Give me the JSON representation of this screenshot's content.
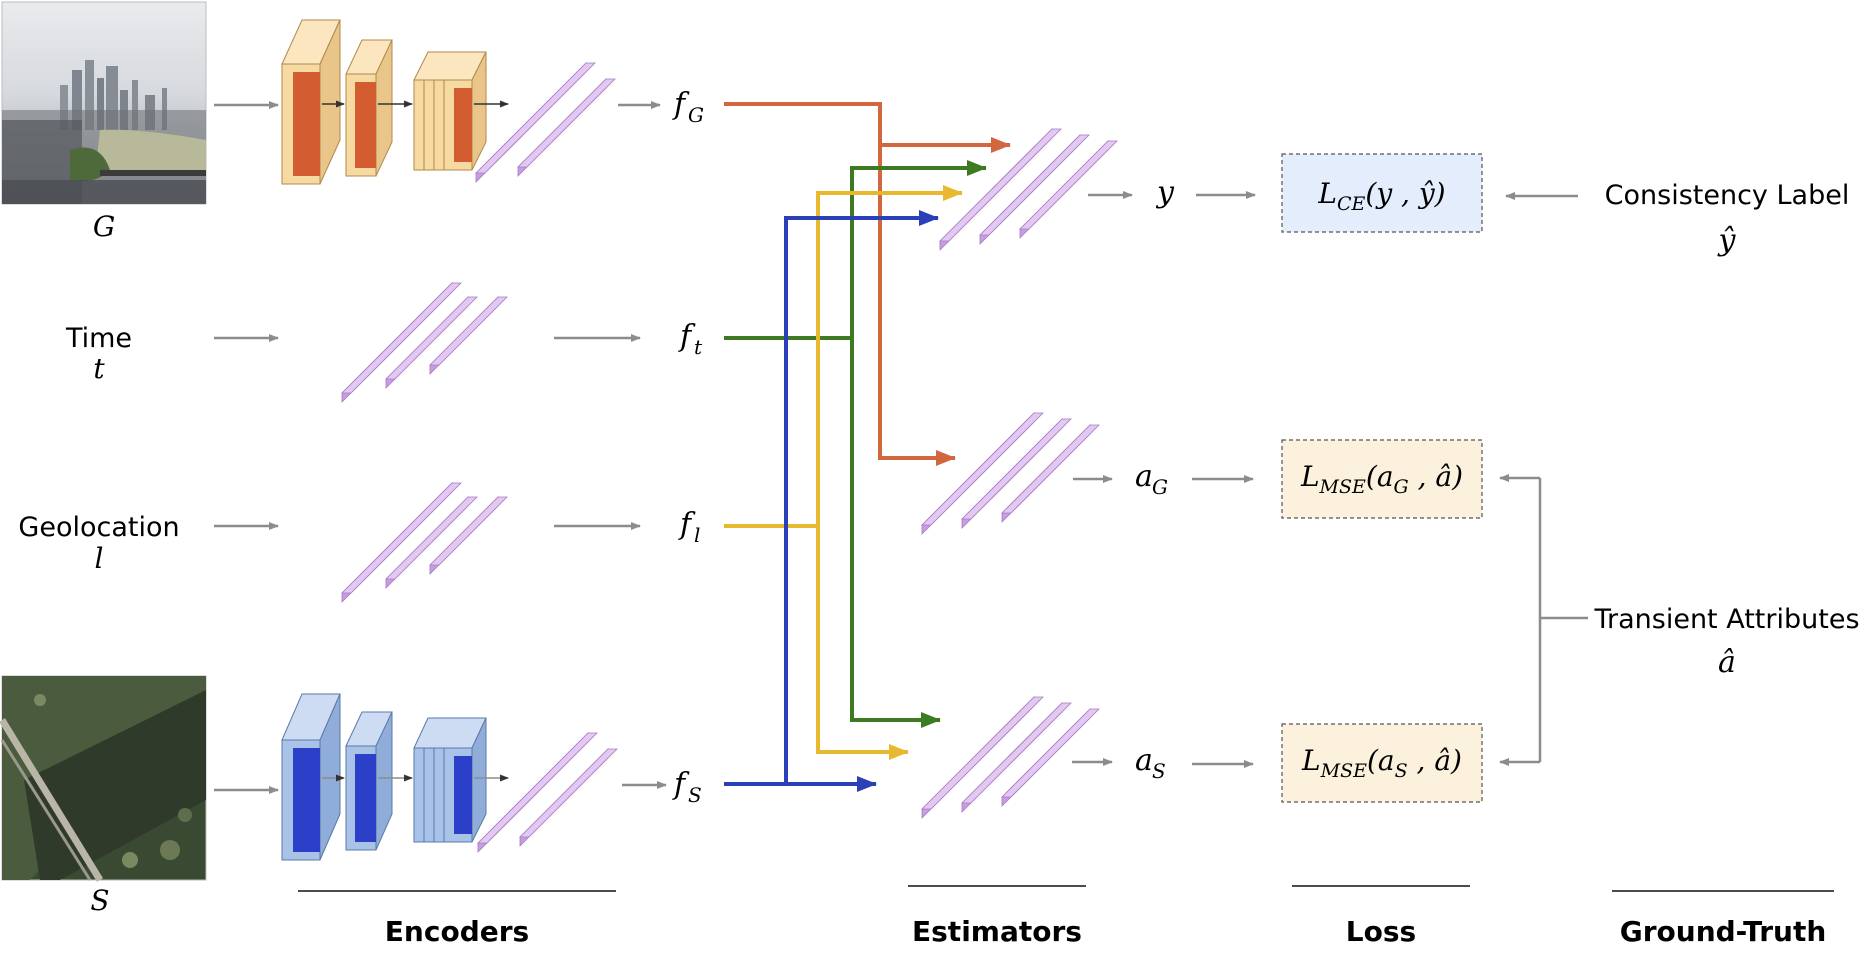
{
  "inputs": {
    "ground_image_label": "G",
    "time_label": "Time",
    "time_symbol": "t",
    "geolocation_label": "Geolocation",
    "geolocation_symbol": "l",
    "satellite_image_label": "S"
  },
  "features": {
    "f": "f",
    "G": "G",
    "t": "t",
    "l": "l",
    "S": "S"
  },
  "outputs": {
    "y": "y",
    "a": "a",
    "G_sub": "G",
    "S_sub": "S"
  },
  "losses": {
    "L": "L",
    "ce_sub": "CE",
    "mse_sub": "MSE",
    "ce_args": "(y , ŷ)",
    "mse_G_open": "(a",
    "mse_G_sub": "G",
    "mse_close": " , â)",
    "mse_S_open": "(a",
    "mse_S_sub": "S"
  },
  "ground_truth": {
    "consistency_label": "Consistency Label",
    "consistency_symbol": "ŷ",
    "transient_label": "Transient Attributes",
    "transient_symbol": "â"
  },
  "sections": {
    "encoders": "Encoders",
    "estimators": "Estimators",
    "loss": "Loss",
    "ground_truth": "Ground-Truth"
  },
  "colors": {
    "ground_stream": "#d2663f",
    "time_stream": "#3d7a22",
    "geo_stream": "#e8b92e",
    "sat_stream": "#2a3fb8",
    "ground_cnn_front": "#f7d9a2",
    "ground_cnn_inner": "#d35c31",
    "sat_cnn_front": "#a9c3e8",
    "sat_cnn_inner": "#2b3fc9",
    "fc_front": "#c79ce0",
    "fc_top": "#e3c8f2",
    "ce_box": "#e3edfb",
    "mse_box": "#fbf1dc",
    "arrow_gray": "#8c8c8c"
  }
}
